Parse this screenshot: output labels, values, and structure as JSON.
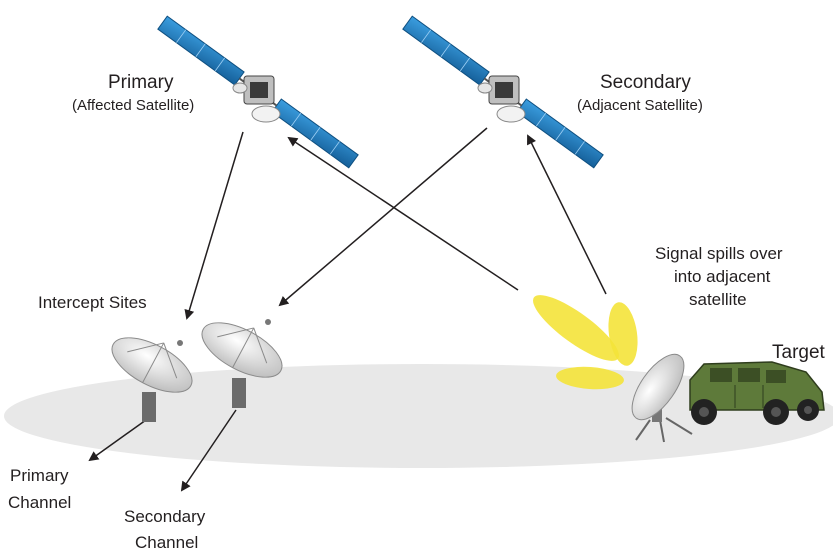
{
  "satellites": {
    "primary": {
      "title": "Primary",
      "subtitle": "(Affected Satellite)"
    },
    "secondary": {
      "title": "Secondary",
      "subtitle": "(Adjacent Satellite)"
    }
  },
  "labels": {
    "intercept_sites": "Intercept Sites",
    "signal_spill_line1": "Signal spills over",
    "signal_spill_line2": "into adjacent",
    "signal_spill_line3": "satellite",
    "target": "Target",
    "primary_channel_line1": "Primary",
    "primary_channel_line2": "Channel",
    "secondary_channel_line1": "Secondary",
    "secondary_channel_line2": "Channel"
  },
  "colors": {
    "ground": "#e8e8e8",
    "solar_panel": "#1f7fc4",
    "beam": "#f4e33a",
    "vehicle": "#5e7a3a",
    "arrow": "#231f20",
    "dish": "#d9d9d9",
    "pedestal": "#6b6b6b"
  }
}
